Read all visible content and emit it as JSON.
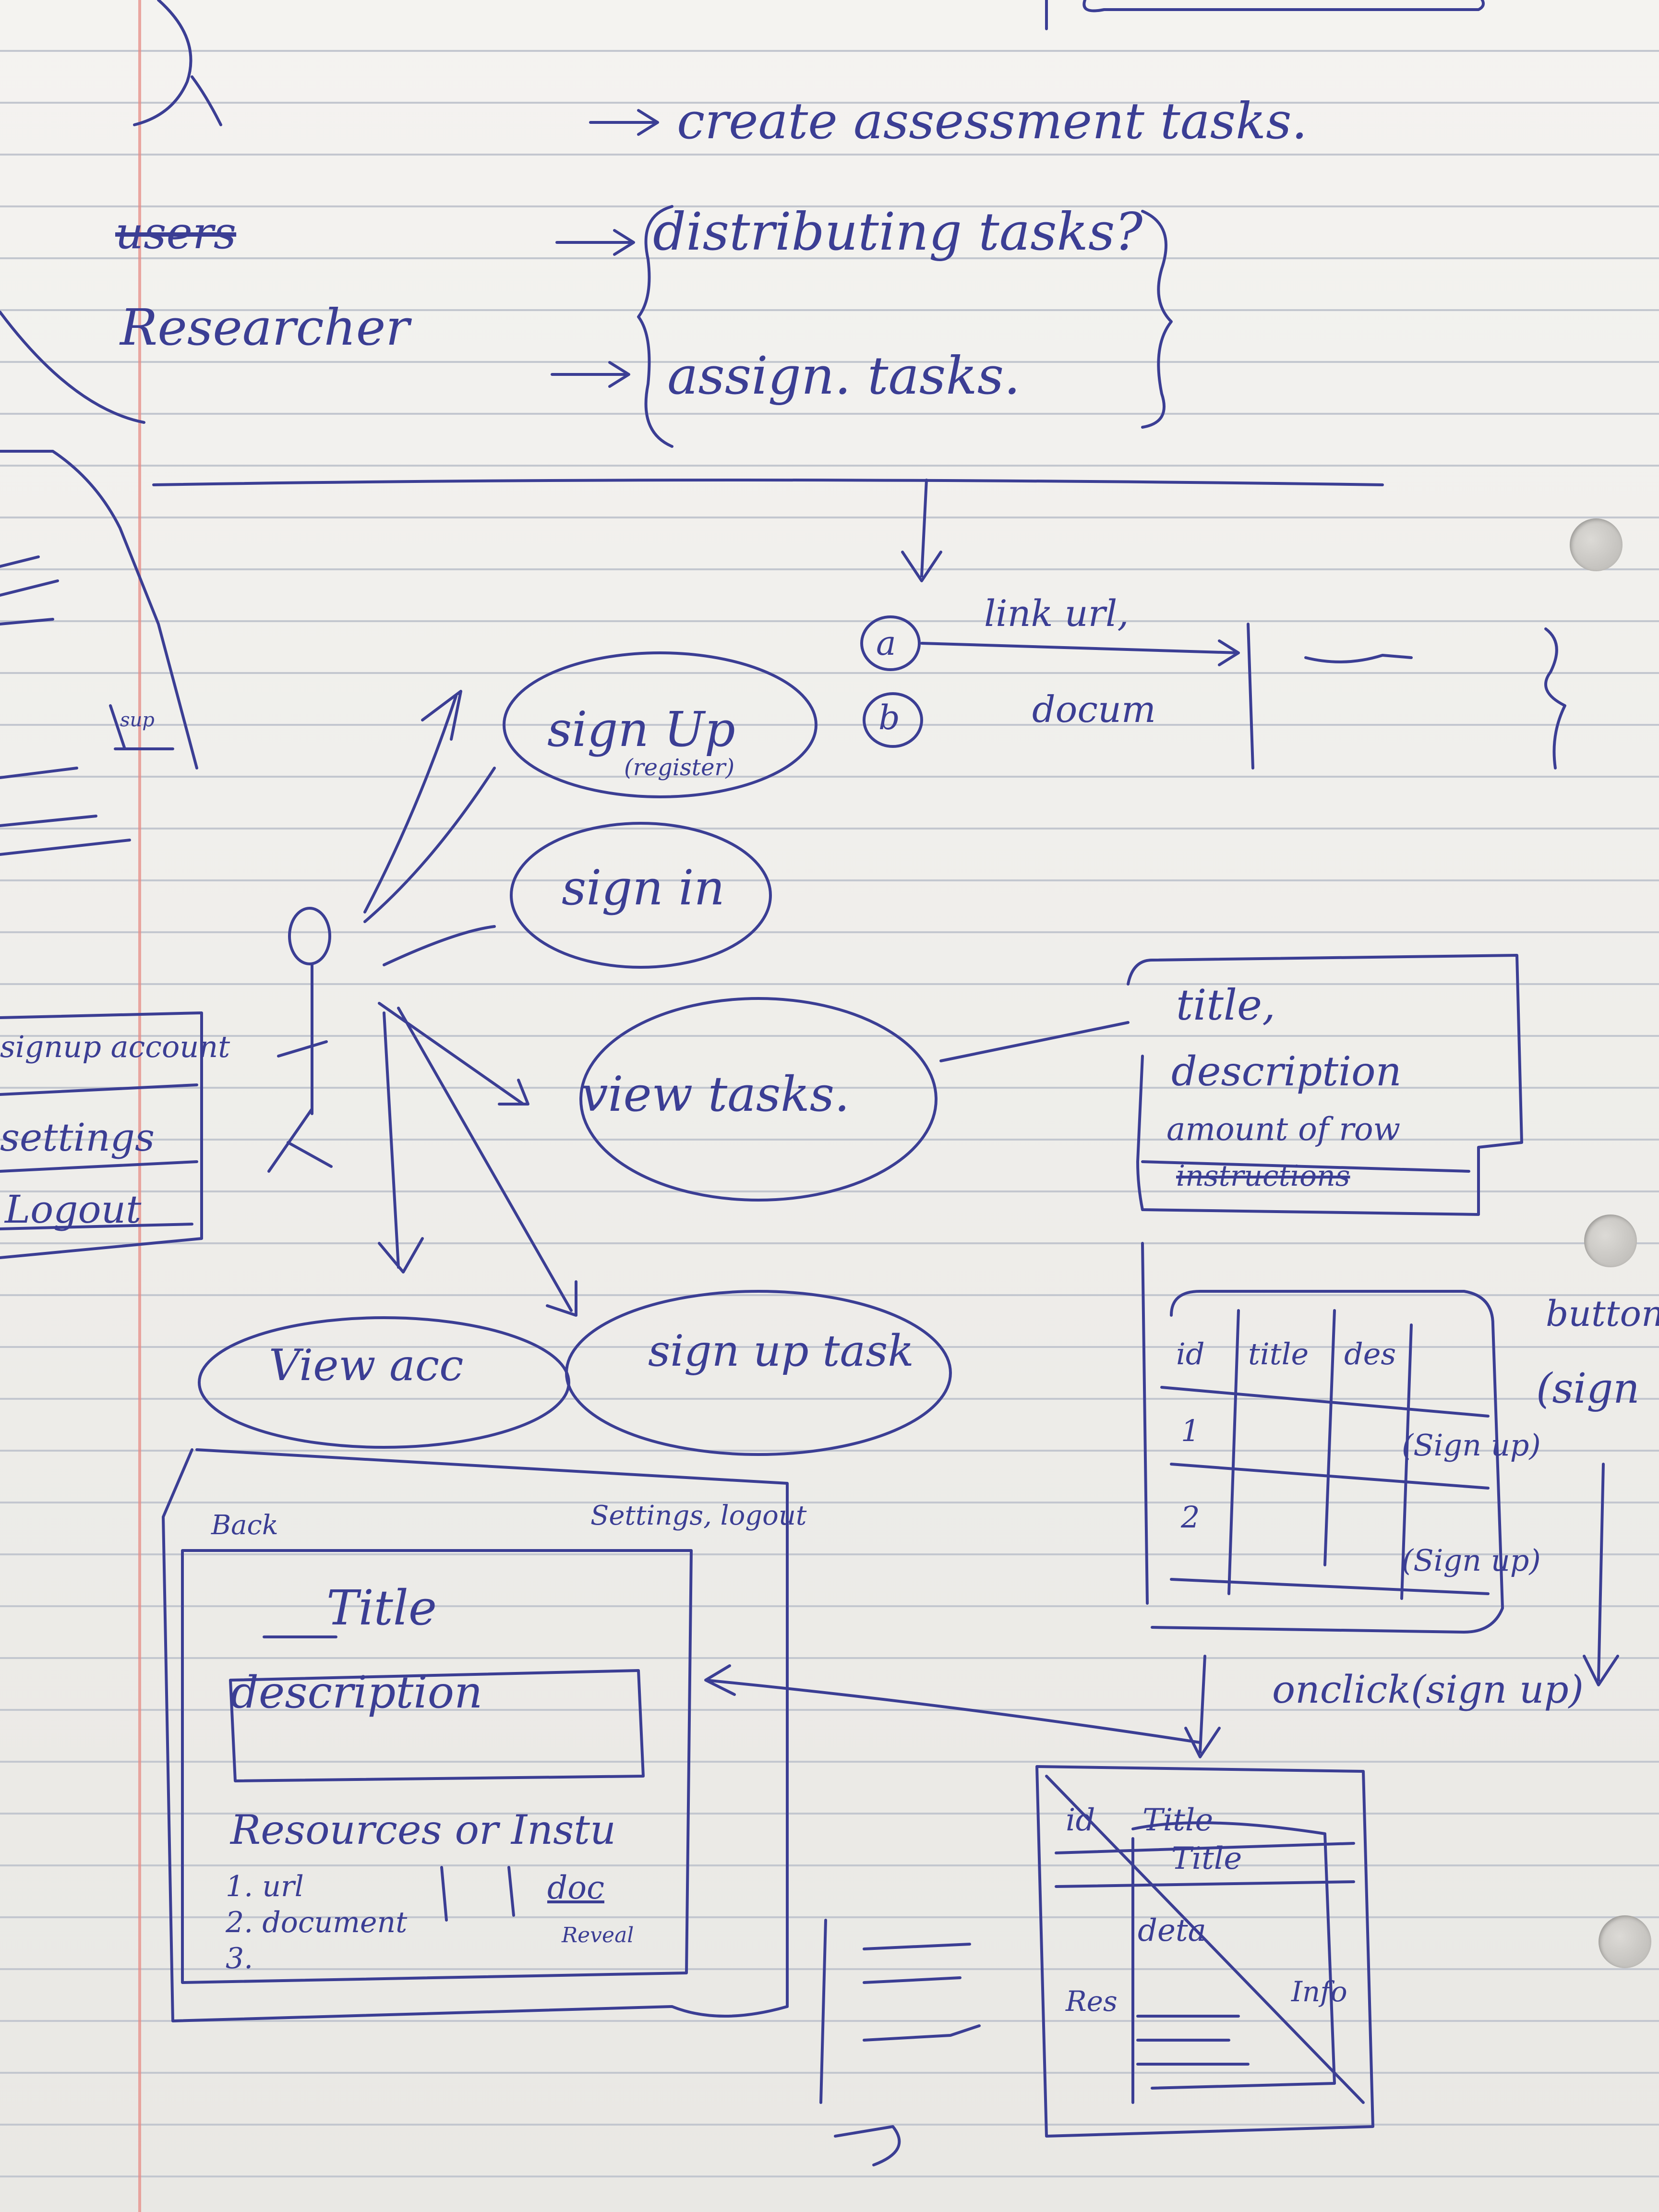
{
  "header": {
    "users_struck": "users",
    "researcher": "Researcher",
    "task_create": "create assessment tasks.",
    "task_distribute": "distributing tasks?",
    "task_assign": "assign. tasks."
  },
  "options": {
    "a_marker": "a",
    "a_text": "link url,",
    "b_marker": "b",
    "b_text": "docum"
  },
  "left_menu": {
    "item1": "signup account",
    "item2": "settings",
    "item3": "Logout",
    "top_note": "sup"
  },
  "use_cases": {
    "sign_up": "sign Up",
    "sign_up_sub": "(register)",
    "sign_in": "sign in",
    "view_tasks": "view tasks.",
    "view_acc": "View acc",
    "sign_up_task": "sign up task"
  },
  "task_card": {
    "title": "title,",
    "description": "description",
    "amount": "amount of row",
    "instructions": "instructions"
  },
  "task_table": {
    "headers": [
      "id",
      "title",
      "des"
    ],
    "rows": [
      {
        "id": "1",
        "action": "(Sign up)"
      },
      {
        "id": "2",
        "action": "(Sign up)"
      }
    ],
    "side_note": "button",
    "side_note2": "(sign"
  },
  "onclick_note": "onclick(sign up)",
  "detail_page": {
    "back": "Back",
    "top_right": "Settings, logout",
    "title": "Title",
    "description": "description",
    "resources": "Resources or Instu",
    "item1": "1. url",
    "item2": "2. document",
    "item3": "3.",
    "aside1": "doc",
    "aside2": "Reveal"
  },
  "mini_page": {
    "id": "id",
    "title": "Title",
    "title2": "Title",
    "details": "deta",
    "left": "Res",
    "right": "Info"
  }
}
